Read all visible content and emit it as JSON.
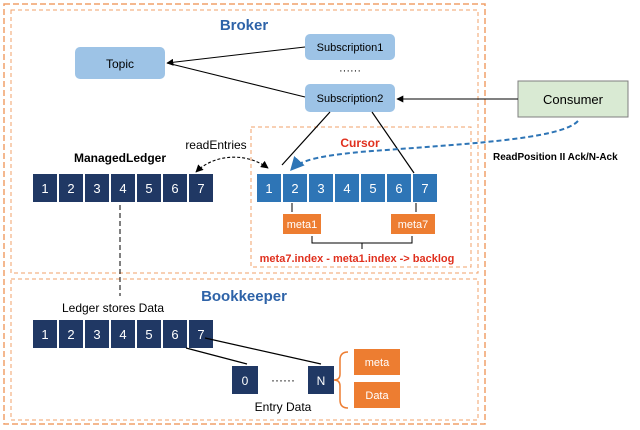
{
  "broker": {
    "title": "Broker",
    "topic": "Topic",
    "subscription1": "Subscription1",
    "dots": "······",
    "subscription2": "Subscription2",
    "managed_ledger_label": "ManagedLedger",
    "managed_ledger_cells": [
      "1",
      "2",
      "3",
      "4",
      "5",
      "6",
      "7"
    ],
    "read_entries_label": "readEntries",
    "cursor": {
      "title": "Cursor",
      "cells": [
        "1",
        "2",
        "3",
        "4",
        "5",
        "6",
        "7"
      ],
      "meta_first": "meta1",
      "meta_last": "meta7",
      "backlog_formula": "meta7.index - meta1.index -> backlog"
    }
  },
  "consumer": {
    "label": "Consumer",
    "read_position_label": "ReadPosition II Ack/N-Ack"
  },
  "bookkeeper": {
    "title": "Bookkeeper",
    "ledger_label": "Ledger stores Data",
    "ledger_cells": [
      "1",
      "2",
      "3",
      "4",
      "5",
      "6",
      "7"
    ],
    "entry_first": "0",
    "entry_dots": "······",
    "entry_last": "N",
    "meta": "meta",
    "data": "Data",
    "entry_label": "Entry Data"
  },
  "colors": {
    "frame_orange": "#f0a06a",
    "title_blue": "#2e63a8",
    "light_blue": "#9dc3e6",
    "dark_navy": "#203864",
    "mid_blue": "#2e75b6",
    "consumer_green": "#d9ead3",
    "meta_orange": "#ed7d31",
    "cursor_red": "#e0301e"
  }
}
